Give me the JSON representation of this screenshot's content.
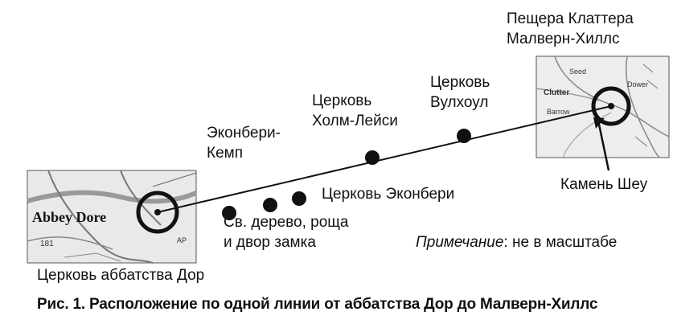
{
  "labels": {
    "abbey_church": "Церковь аббатства Дор",
    "trees_line1": "Св. дерево, роща",
    "trees_line2": "и двор замка",
    "ekonbery_camp_line1": "Эконбери-",
    "ekonbery_camp_line2": "Кемп",
    "ekonbery_church": "Церковь Эконбери",
    "holm_lacy_line1": "Церковь",
    "holm_lacy_line2": "Холм-Лейси",
    "woolhope_line1": "Церковь",
    "woolhope_line2": "Вулхоул",
    "cave_line1": "Пещера Клаттера",
    "cave_line2": "Малверн-Хиллс",
    "shaw_stone": "Камень Шеу"
  },
  "map_left": {
    "place_text": "Abbey Dore",
    "road_number": "181",
    "road_text_2": "AP"
  },
  "map_right": {
    "place_text": "Clutter",
    "place_text_2": "Barrow",
    "place_text_3": "Seed",
    "place_text_4": "Dower"
  },
  "note": {
    "italic": "Примечание",
    "rest": ": не в масштабе"
  },
  "caption": {
    "prefix": "Рис. 1.",
    "text": " Расположение по одной линии от аббатства Дор до Малверн-Хиллс"
  },
  "colors": {
    "ink": "#111111",
    "map_bg": "#e8e8e8"
  }
}
